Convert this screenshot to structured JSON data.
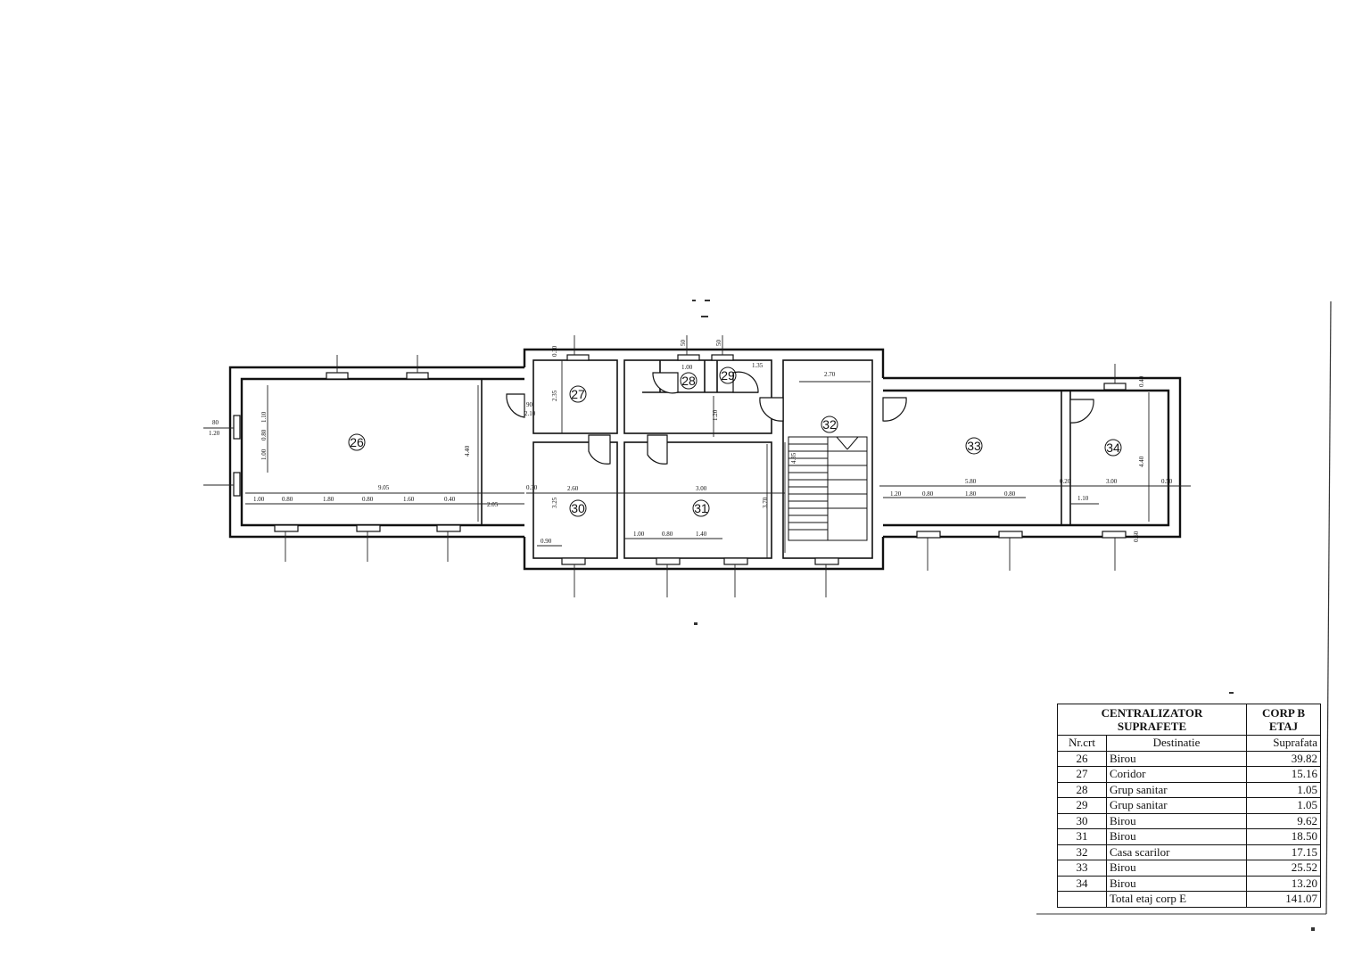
{
  "table": {
    "title_line1": "CENTRALIZATOR",
    "title_line2": "SUPRAFETE",
    "corp_line1": "CORP B",
    "corp_line2": "ETAJ",
    "col_nr": "Nr.crt",
    "col_dest": "Destinatie",
    "col_area": "Suprafata",
    "rows": [
      {
        "nr": "26",
        "dest": "Birou",
        "area": "39.82"
      },
      {
        "nr": "27",
        "dest": "Coridor",
        "area": "15.16"
      },
      {
        "nr": "28",
        "dest": "Grup sanitar",
        "area": "1.05"
      },
      {
        "nr": "29",
        "dest": "Grup sanitar",
        "area": "1.05"
      },
      {
        "nr": "30",
        "dest": "Birou",
        "area": "9.62"
      },
      {
        "nr": "31",
        "dest": "Birou",
        "area": "18.50"
      },
      {
        "nr": "32",
        "dest": "Casa scarilor",
        "area": "17.15"
      },
      {
        "nr": "33",
        "dest": "Birou",
        "area": "25.52"
      },
      {
        "nr": "34",
        "dest": "Birou",
        "area": "13.20"
      }
    ],
    "total_label": "Total etaj corp E",
    "total_value": "141.07"
  },
  "plan": {
    "rooms": [
      "26",
      "27",
      "28",
      "29",
      "30",
      "31",
      "32",
      "33",
      "34"
    ],
    "dimensions": {
      "room26_length": "9.05",
      "room26_depth": "4.40",
      "room26_w1": "1.10",
      "room26_w2": "0.80",
      "room26_w3": "1.00",
      "bottom_seg_a": "1.00",
      "bottom_seg_b": "0.80",
      "bottom_seg_c": "1.80",
      "bottom_seg_d": "0.80",
      "bottom_seg_e": "1.60",
      "bottom_seg_f": "0.40",
      "bottom_seg_g": "2.05",
      "wall_30": "0.30",
      "room30_width": "2.60",
      "room30_depth": "3.25",
      "room30_win": "0.90",
      "room31_width": "3.00",
      "room31_depth": "3.70",
      "room31_a": "1.00",
      "room31_b": "0.80",
      "room31_c": "1.40",
      "room27_h": "2.35",
      "room27_t": "0.30",
      "room28_w": "1.00",
      "room29_w": "1.35",
      "hall_h": "1.20",
      "room32_w": "2.70",
      "room32_h": "4.35",
      "room33_length": "5.80",
      "room33_a": "1.20",
      "room33_b": "0.80",
      "room33_c": "1.80",
      "room33_d": "0.80",
      "wall_34": "0.20",
      "room34_width": "3.00",
      "room34_depth": "4.40",
      "room34_a": "1.10",
      "room34_edge": "0.50",
      "room34_b": "0.60",
      "room34_top": "0.40",
      "win_w": "80",
      "win_h": "1.20",
      "door_w": "90",
      "door_h": "2.10",
      "wc_door_w": "50",
      "wc_door_h": "50"
    }
  }
}
